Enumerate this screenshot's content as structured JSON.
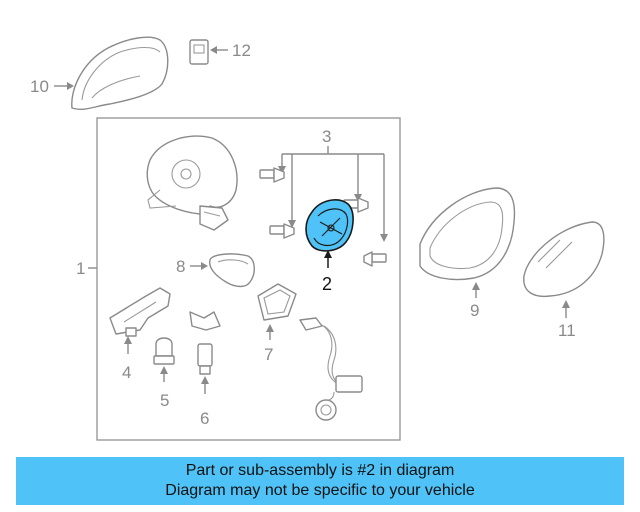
{
  "diagram": {
    "highlight_color": "#4fc3f7",
    "callouts": [
      {
        "id": "1",
        "label": "1"
      },
      {
        "id": "2",
        "label": "2"
      },
      {
        "id": "3",
        "label": "3"
      },
      {
        "id": "4",
        "label": "4"
      },
      {
        "id": "5",
        "label": "5"
      },
      {
        "id": "6",
        "label": "6"
      },
      {
        "id": "7",
        "label": "7"
      },
      {
        "id": "8",
        "label": "8"
      },
      {
        "id": "9",
        "label": "9"
      },
      {
        "id": "10",
        "label": "10"
      },
      {
        "id": "11",
        "label": "11"
      },
      {
        "id": "12",
        "label": "12"
      }
    ]
  },
  "banner": {
    "line1": "Part or sub-assembly is #2 in diagram",
    "line2": "Diagram may not be specific to your vehicle",
    "color": "#4fc3f7"
  }
}
